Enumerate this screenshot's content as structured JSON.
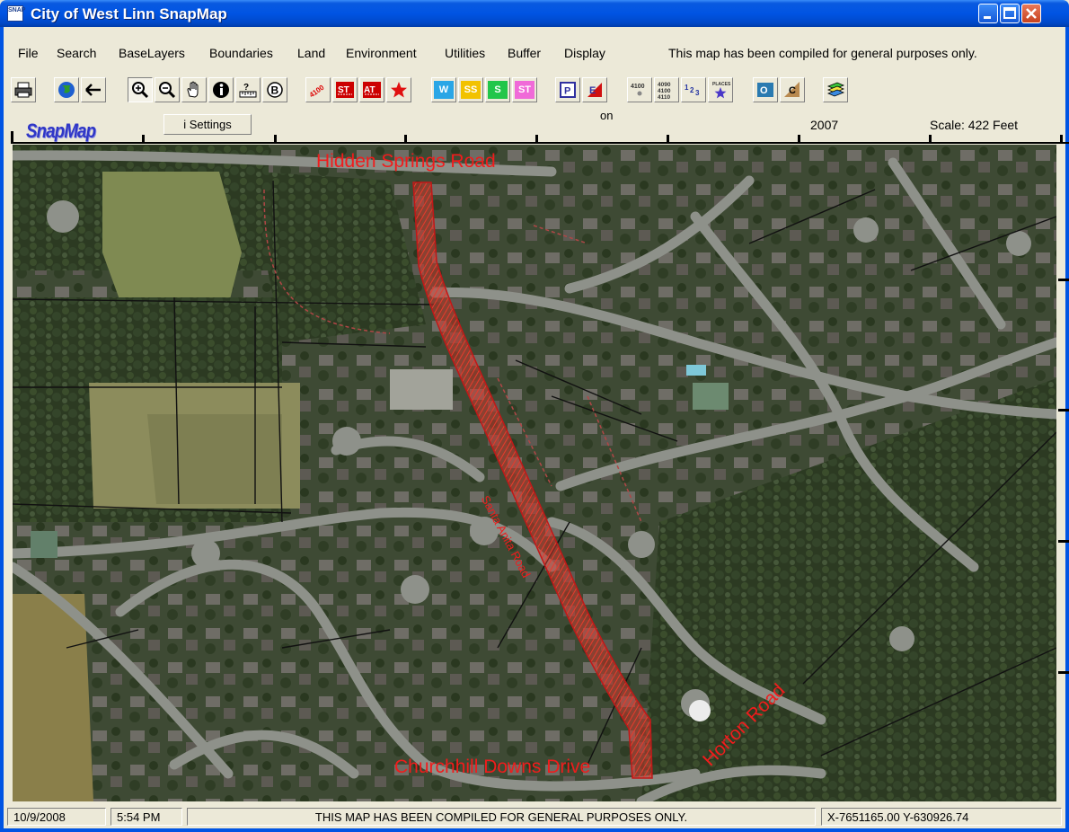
{
  "window": {
    "title": "City of West Linn SnapMap",
    "app_icon_text": "SNAP"
  },
  "menu": {
    "items": [
      "File",
      "Search",
      "BaseLayers",
      "Boundaries",
      "Land",
      "Environment",
      "Utilities",
      "Buffer",
      "Display"
    ],
    "note": "This map has been compiled for general purposes only."
  },
  "toolbar": {
    "buttons": [
      {
        "name": "print-icon",
        "glyph": "🖶"
      },
      {
        "name": "globe-icon",
        "glyph": "●"
      },
      {
        "name": "back-arrow-icon",
        "glyph": "←"
      },
      {
        "name": "zoom-in-icon",
        "glyph": "⊕"
      },
      {
        "name": "zoom-out-icon",
        "glyph": "⊖"
      },
      {
        "name": "pan-hand-icon",
        "glyph": "✋"
      },
      {
        "name": "info-icon",
        "glyph": "i"
      },
      {
        "name": "measure-icon",
        "glyph": "?"
      },
      {
        "name": "b-icon",
        "glyph": "B"
      },
      {
        "name": "address-4100-icon",
        "glyph": "4100"
      },
      {
        "name": "street-st-icon",
        "glyph": "ST"
      },
      {
        "name": "at-icon",
        "glyph": "AT"
      },
      {
        "name": "star-icon",
        "glyph": "★"
      },
      {
        "name": "water-w-icon",
        "glyph": "W"
      },
      {
        "name": "sewer-ss-icon",
        "glyph": "SS"
      },
      {
        "name": "storm-s-icon",
        "glyph": "S"
      },
      {
        "name": "storm-st-icon",
        "glyph": "ST"
      },
      {
        "name": "p-icon",
        "glyph": "P"
      },
      {
        "name": "e-icon",
        "glyph": "E"
      },
      {
        "name": "label-4100-icon",
        "glyph": "4100"
      },
      {
        "name": "label-4090-icon",
        "glyph": "4090 4100"
      },
      {
        "name": "numbers-123-icon",
        "glyph": "1 2 3"
      },
      {
        "name": "places-icon",
        "glyph": "PLACES"
      },
      {
        "name": "o-icon",
        "glyph": "O"
      },
      {
        "name": "c-icon",
        "glyph": "C"
      },
      {
        "name": "layers-icon",
        "glyph": "≡"
      }
    ],
    "settings_label": "i  Settings",
    "on_label": "on",
    "year": "2007",
    "scale": "Scale: 422 Feet",
    "logo": "SnapMap"
  },
  "map": {
    "labels": {
      "hidden_springs": "Hidden Springs Road",
      "santa_anita": "Santa Anita Road",
      "churchhill": "Churchhill Downs Drive",
      "horton": "Horton Road"
    },
    "highlight_color": "#e0302a"
  },
  "status": {
    "date": "10/9/2008",
    "time": "5:54 PM",
    "message": "THIS MAP HAS BEEN COMPILED FOR GENERAL PURPOSES ONLY.",
    "coords": "X-7651165.00 Y-630926.74"
  }
}
